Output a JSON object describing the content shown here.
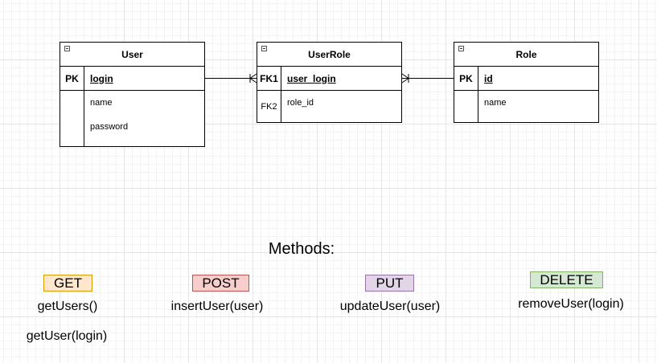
{
  "entities": {
    "user": {
      "title": "User",
      "pk_key": "PK",
      "pk_field": "login",
      "fields": [
        "name",
        "password"
      ]
    },
    "userrole": {
      "title": "UserRole",
      "pk_key": "FK1",
      "pk_field": "user_login",
      "row2_key": "FK2",
      "fields": [
        "role_id"
      ]
    },
    "role": {
      "title": "Role",
      "pk_key": "PK",
      "pk_field": "id",
      "fields": [
        "name"
      ]
    }
  },
  "methods_heading": "Methods:",
  "methods": {
    "get": {
      "label": "GET",
      "color": "#ffe6cc",
      "border": "#d79b00",
      "items": [
        "getUsers()",
        "getUser(login)"
      ]
    },
    "post": {
      "label": "POST",
      "color": "#f8cecc",
      "border": "#b85450",
      "items": [
        "insertUser(user)"
      ]
    },
    "put": {
      "label": "PUT",
      "color": "#e1d5e7",
      "border": "#9673a6",
      "items": [
        "updateUser(user)"
      ]
    },
    "delete": {
      "label": "DELETE",
      "color": "#d5e8d4",
      "border": "#82b366",
      "items": [
        "removeUser(login)"
      ]
    }
  }
}
